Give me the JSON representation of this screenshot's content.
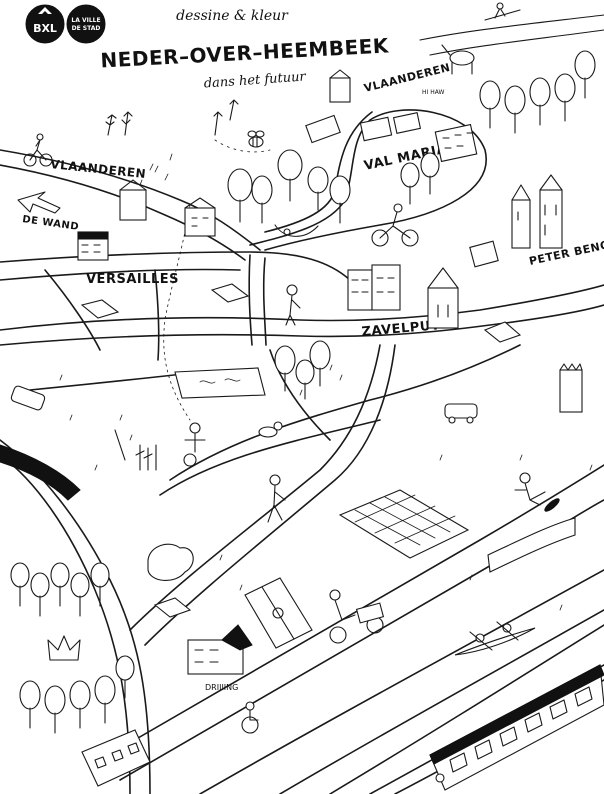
{
  "header": {
    "logo_text": "BXL",
    "city_line1": "LA VILLE",
    "city_line2": "DE STAD",
    "subtitle": "dessine & kleur",
    "title": "NEDER–OVER–HEEMBEEK",
    "tagline": "dans het futuur"
  },
  "places": {
    "vlaanderen_left": "VLAANDEREN",
    "vlaanderen_top": "VLAANDEREN",
    "de_wand": "DE WAND",
    "versailles": "VERSAILLES",
    "val_maria": "VAL MARIA",
    "peter_benoit": "PETER BENOIT",
    "zavelput": "ZAVELPUT",
    "drilling": "DRIIIING",
    "hi_haw": "HI HAW"
  }
}
